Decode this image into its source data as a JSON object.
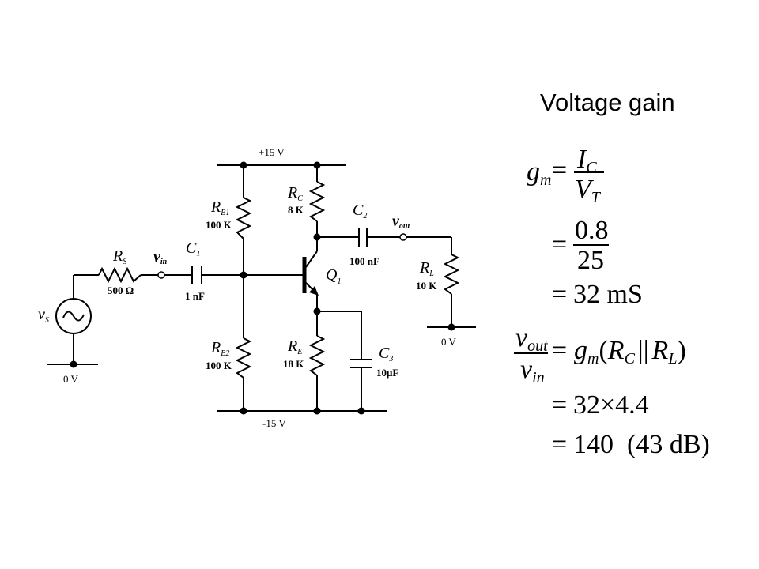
{
  "title": "Voltage gain",
  "circuit": {
    "rails": {
      "top": "+15 V",
      "bottom": "-15 V"
    },
    "grounds": {
      "source": "0 V",
      "load": "0 V"
    },
    "source": {
      "name": "v",
      "sub": "S"
    },
    "rs": {
      "name": "R",
      "sub": "S",
      "value": "500 Ω"
    },
    "vin": {
      "name": "v",
      "sub": "in"
    },
    "c1": {
      "name": "C",
      "sub": "1",
      "value": "1 nF"
    },
    "rb1": {
      "name": "R",
      "sub": "B1",
      "value": "100 K"
    },
    "rb2": {
      "name": "R",
      "sub": "B2",
      "value": "100 K"
    },
    "rc": {
      "name": "R",
      "sub": "C",
      "value": "8 K"
    },
    "re": {
      "name": "R",
      "sub": "E",
      "value": "18 K"
    },
    "q1": {
      "name": "Q",
      "sub": "1"
    },
    "c2": {
      "name": "C",
      "sub": "2",
      "value": "100 nF"
    },
    "c3": {
      "name": "C",
      "sub": "3",
      "value": "10μF"
    },
    "vout": {
      "name": "v",
      "sub": "out"
    },
    "rl": {
      "name": "R",
      "sub": "L",
      "value": "10 K"
    }
  },
  "equations": {
    "gm_lhs": "g",
    "gm_sub": "m",
    "ic": "I",
    "ic_sub": "C",
    "vt": "V",
    "vt_sub": "T",
    "num1": "0.8",
    "den1": "25",
    "res1": "32 mS",
    "vout": "v",
    "vout_sub": "out",
    "vin": "v",
    "vin_sub": "in",
    "rhs_g": "g",
    "rhs_g_sub": "m",
    "rhs_rc": "R",
    "rhs_rc_sub": "C",
    "par": "||",
    "rhs_rl": "R",
    "rhs_rl_sub": "L",
    "prod": "32×4.4",
    "result": "140",
    "db": "(43 dB)"
  }
}
